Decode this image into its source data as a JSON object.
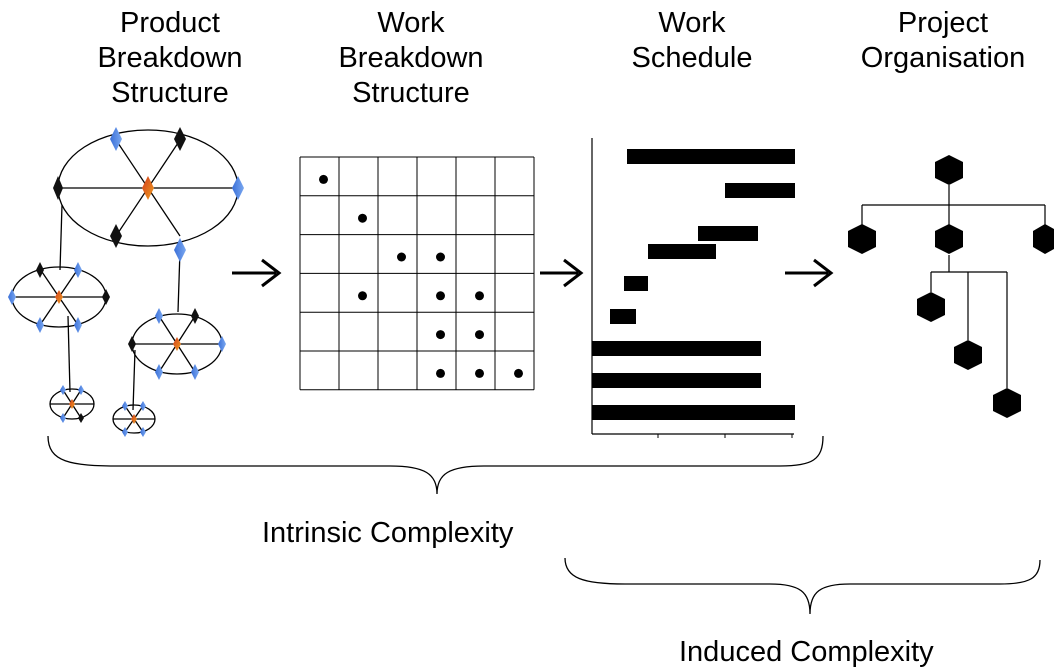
{
  "columns": [
    {
      "lines": [
        "Product",
        "Breakdown",
        "Structure"
      ]
    },
    {
      "lines": [
        "Work",
        "Breakdown",
        "Structure"
      ]
    },
    {
      "lines": [
        "Work",
        "Schedule"
      ]
    },
    {
      "lines": [
        "Project",
        "Organisation"
      ]
    }
  ],
  "captions": {
    "intrinsic": "Intrinsic Complexity",
    "induced": "Induced Complexity"
  },
  "colors": {
    "ink": "#000000",
    "diamond_blue": "#3a6fd8",
    "diamond_dark": "#000000",
    "center_red": "#d23a1c",
    "center_orange": "#f0a020"
  },
  "matrix": {
    "rows": 6,
    "cols": 6,
    "dots": [
      [
        0,
        0
      ],
      [
        1,
        1
      ],
      [
        2,
        2
      ],
      [
        2,
        3
      ],
      [
        3,
        1
      ],
      [
        3,
        3
      ],
      [
        3,
        4
      ],
      [
        4,
        3
      ],
      [
        4,
        4
      ],
      [
        5,
        3
      ],
      [
        5,
        4
      ],
      [
        5,
        5
      ]
    ]
  },
  "icons": {
    "arrow": "right-arrow-icon",
    "node": "hexagon-icon"
  }
}
